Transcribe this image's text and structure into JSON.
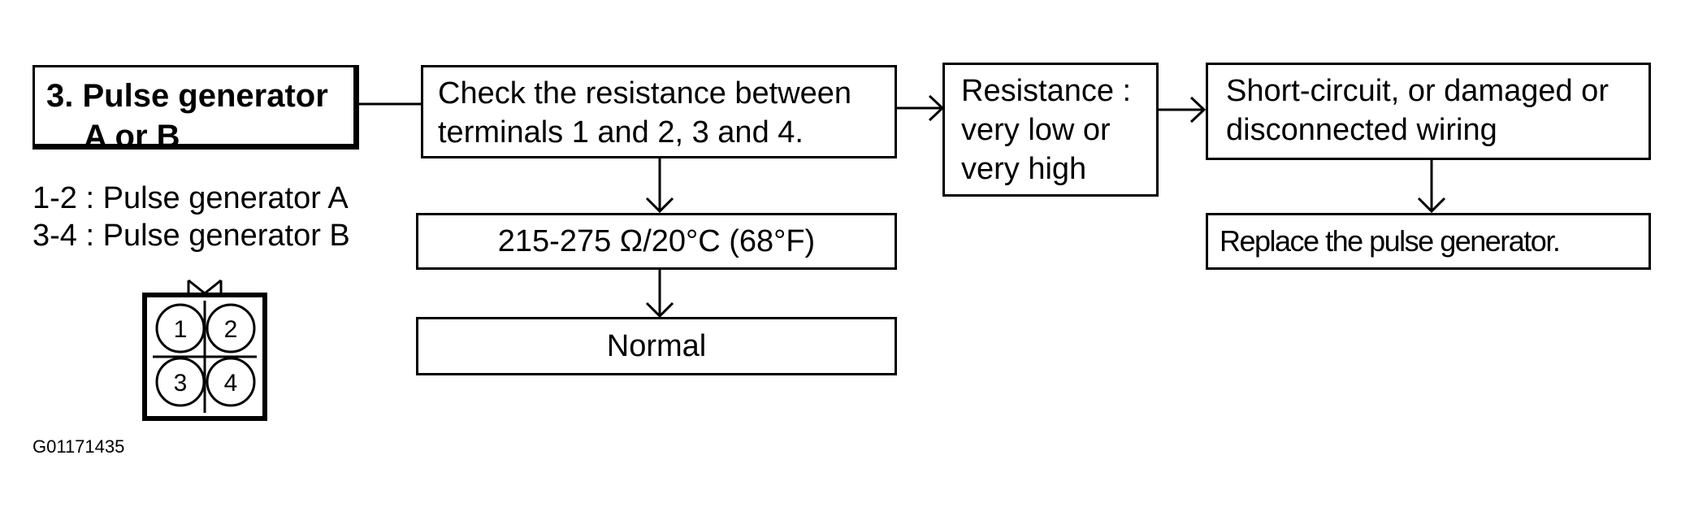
{
  "diagram": {
    "title_box": {
      "line1": "3. Pulse generator",
      "line2": "A or B"
    },
    "check_box": {
      "line1": "Check the resistance between",
      "line2": "terminals 1 and 2, 3 and 4."
    },
    "abnormal_box": {
      "line1": "Resistance :",
      "line2": "very low or",
      "line3": "very high"
    },
    "cause_box": {
      "line1": "Short-circuit, or damaged or",
      "line2": "disconnected wiring"
    },
    "spec_box": {
      "text": "215-275 Ω/20°C (68°F)"
    },
    "normal_box": {
      "text": "Normal"
    },
    "action_box": {
      "text": "Replace the pulse generator."
    },
    "notes": {
      "pair_a": "1-2 : Pulse generator A",
      "pair_b": "3-4 : Pulse generator B"
    },
    "connector": {
      "terminals": [
        "1",
        "2",
        "3",
        "4"
      ]
    },
    "figure_id": "G01171435"
  }
}
